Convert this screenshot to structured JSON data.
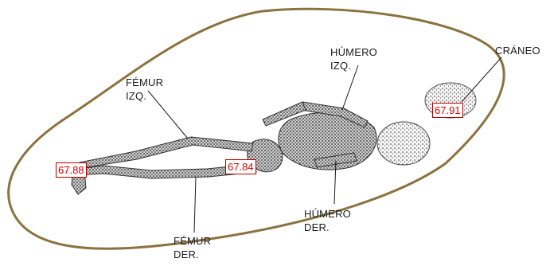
{
  "labels": {
    "femur_izq_line1": "FÉMUR",
    "femur_izq_line2": "IZQ.",
    "femur_der_line1": "FÉMUR",
    "femur_der_line2": "DER.",
    "humero_izq_line1": "HÚMERO",
    "humero_izq_line2": "IZQ.",
    "humero_der_line1": "HÚMERO",
    "humero_der_line2": "DER.",
    "craneo": "CRÁNEO"
  },
  "measurements": {
    "craneo": "67.91",
    "femur_izq": "67.88",
    "femur_der": "67.84"
  },
  "colors": {
    "outline": "#8b7340",
    "measurement_text": "#e00000",
    "measurement_border": "#b00000",
    "leader_line": "#1a1a1a",
    "bone": "#3a3a3a"
  }
}
